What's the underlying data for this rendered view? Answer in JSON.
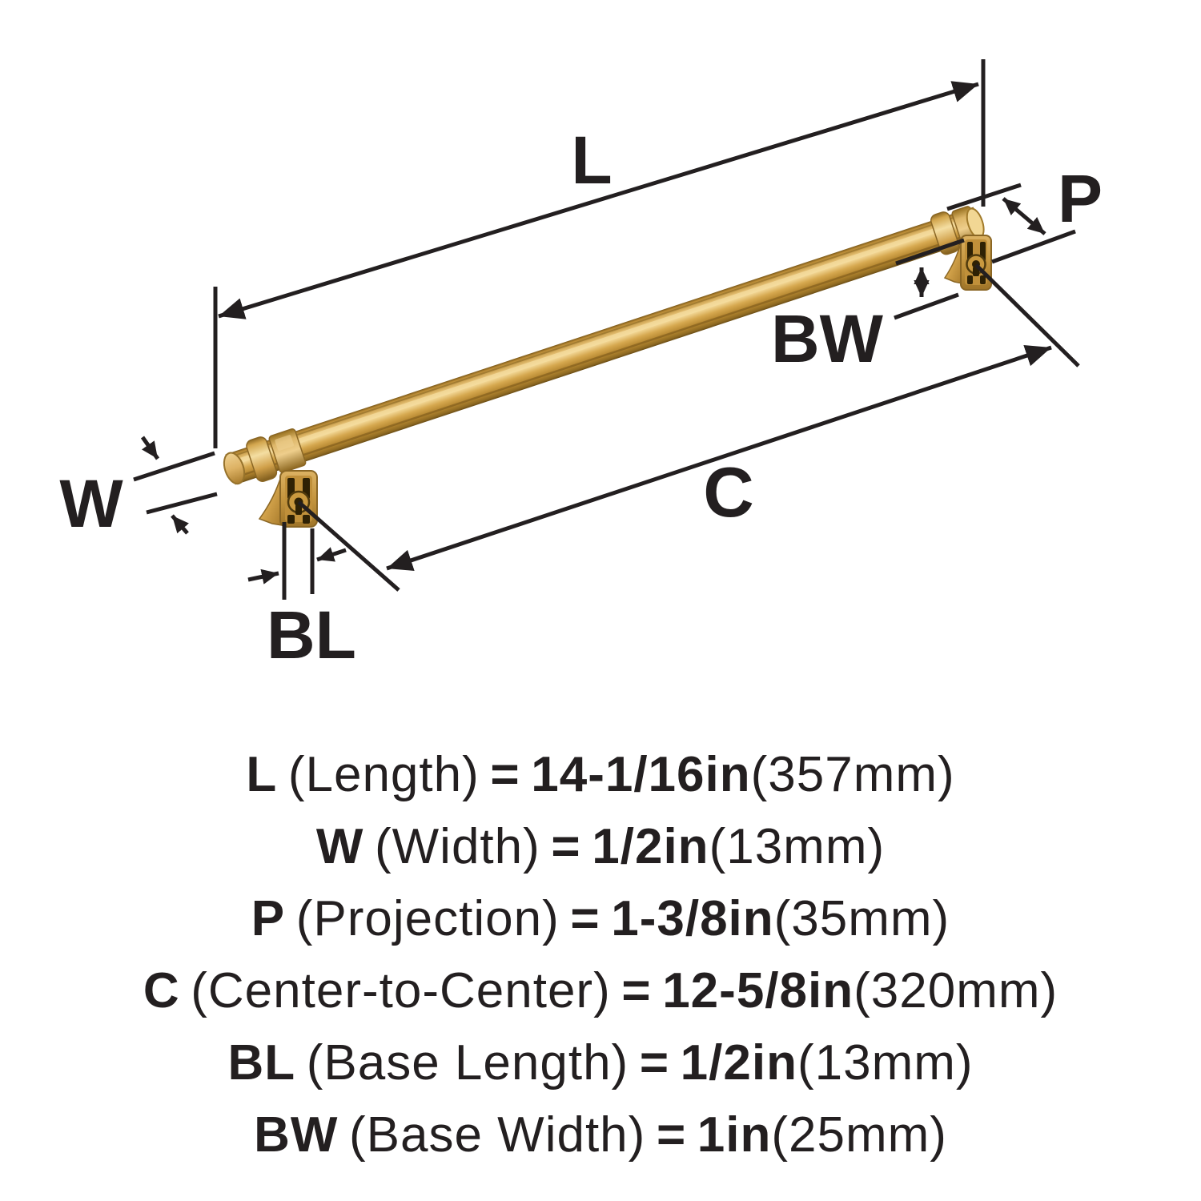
{
  "page": {
    "background": "#ffffff",
    "description": "Dimension diagram of a bar cabinet pull with two mounting posts, champagne bronze finish"
  },
  "diagram": {
    "line_color": "#231F20",
    "finish_colors": {
      "gold_highlight": "#F3DCA0",
      "gold_light": "#E5BF70",
      "gold_mid": "#D2A24A",
      "gold_dark": "#A87B2C",
      "gold_deep": "#6F4F18",
      "slot_dark": "#2E2104"
    },
    "labels": {
      "length": "L",
      "width": "W",
      "projection": "P",
      "center_to_center": "C",
      "base_length": "BL",
      "base_width": "BW"
    }
  },
  "specs": {
    "lines": [
      {
        "label": "L",
        "name": "(Length)",
        "equals": "=",
        "value": "14-1/16in",
        "metric": "(357mm)"
      },
      {
        "label": "W",
        "name": "(Width)",
        "equals": "=",
        "value": "1/2in",
        "metric": "(13mm)"
      },
      {
        "label": "P",
        "name": "(Projection)",
        "equals": "=",
        "value": "1-3/8in",
        "metric": "(35mm)"
      },
      {
        "label": "C",
        "name": "(Center-to-Center)",
        "equals": "=",
        "value": "12-5/8in",
        "metric": "(320mm)"
      },
      {
        "label": "BL",
        "name": "(Base Length)",
        "equals": "=",
        "value": "1/2in",
        "metric": "(13mm)"
      },
      {
        "label": "BW",
        "name": "(Base Width)",
        "equals": "=",
        "value": "1in",
        "metric": "(25mm)"
      }
    ]
  }
}
